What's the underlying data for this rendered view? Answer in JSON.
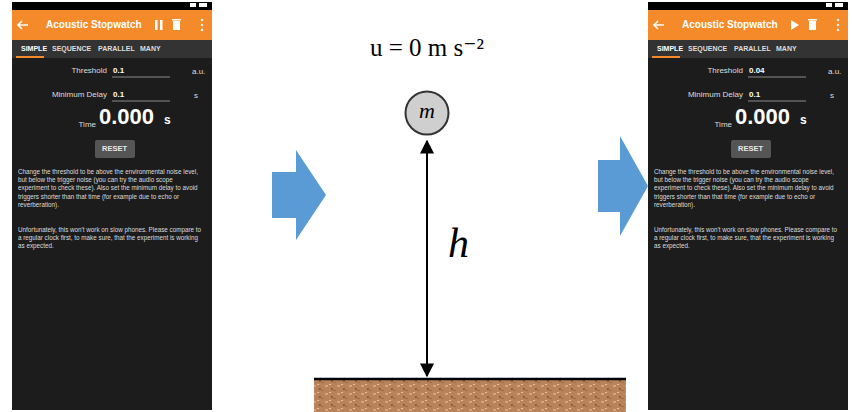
{
  "diagram": {
    "nodes": [
      {
        "text": [
          "Acoustic Stopwatch"
        ]
      },
      {
        "text": [
          "RESET"
        ]
      },
      {
        "text": [
          "m"
        ]
      },
      {
        "text": [
          "Acoustic Stopwatch"
        ]
      },
      {
        "text": [
          "RESET"
        ]
      }
    ],
    "labels": [
      "SIMPLE",
      "SEQUENCE",
      "PARALLEL",
      "MANY",
      "Threshold",
      "0.1",
      "a.u.",
      "Minimum Delay",
      "0.1",
      "s",
      "Time",
      "0.000",
      "s",
      "Change the threshold to be above the environmental noise level, but below the trigger noise (you can try the audio scope experiment to check these). Also set the minimum delay to avoid triggers shorter than that time (for example due to echo or reverberation).",
      "Unfortunately, this won't work on slow phones. Please compare to a regular clock first, to make sure, that the experiment is working as expected.",
      "u = 0 m s⁻²",
      "h",
      "SIMPLE",
      "SEQUENCE",
      "PARALLEL",
      "MANY",
      "Threshold",
      "0.04",
      "a.u.",
      "Minimum Delay",
      "0.1",
      "s",
      "Time",
      "0.000",
      "s",
      "Change the threshold to be above the environmental noise level, but below the trigger noise (you can try the audio scope experiment to check these). Also set the minimum delay to avoid triggers shorter than that time (for example due to echo or reverberation).",
      "Unfortunately, this won't work on slow phones. Please compare to a regular clock first, to make sure, that the experiment is working as expected."
    ]
  }
}
